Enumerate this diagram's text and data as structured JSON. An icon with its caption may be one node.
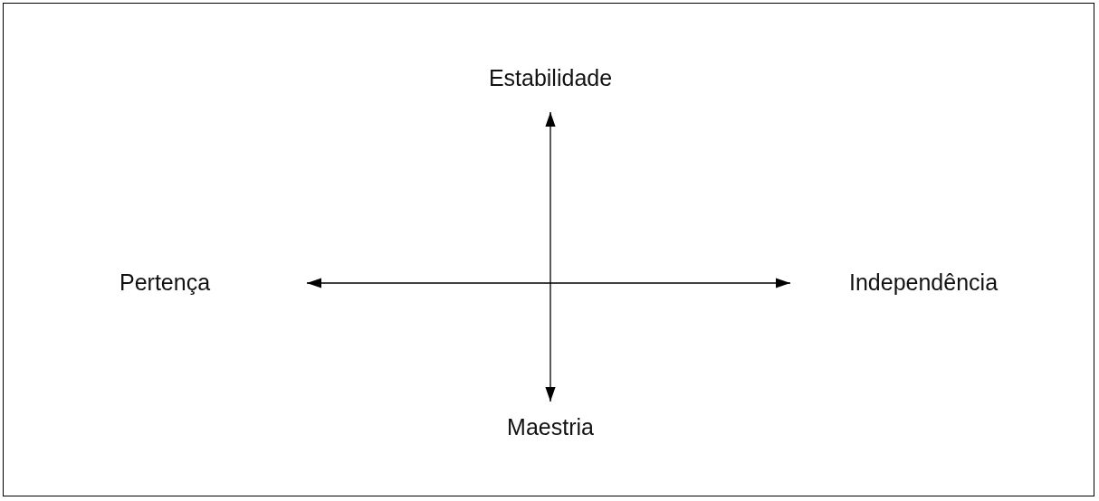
{
  "diagram": {
    "nodes": [
      {
        "text": [
          "Estabilidade"
        ]
      },
      {
        "text": [
          "Pertença"
        ]
      },
      {
        "text": [
          "Independência"
        ]
      },
      {
        "text": [
          "Maestria"
        ]
      }
    ],
    "edges": [
      {
        "from": 0,
        "to": 3,
        "arrow": "both"
      },
      {
        "from": 1,
        "to": 2,
        "arrow": "both"
      }
    ]
  }
}
